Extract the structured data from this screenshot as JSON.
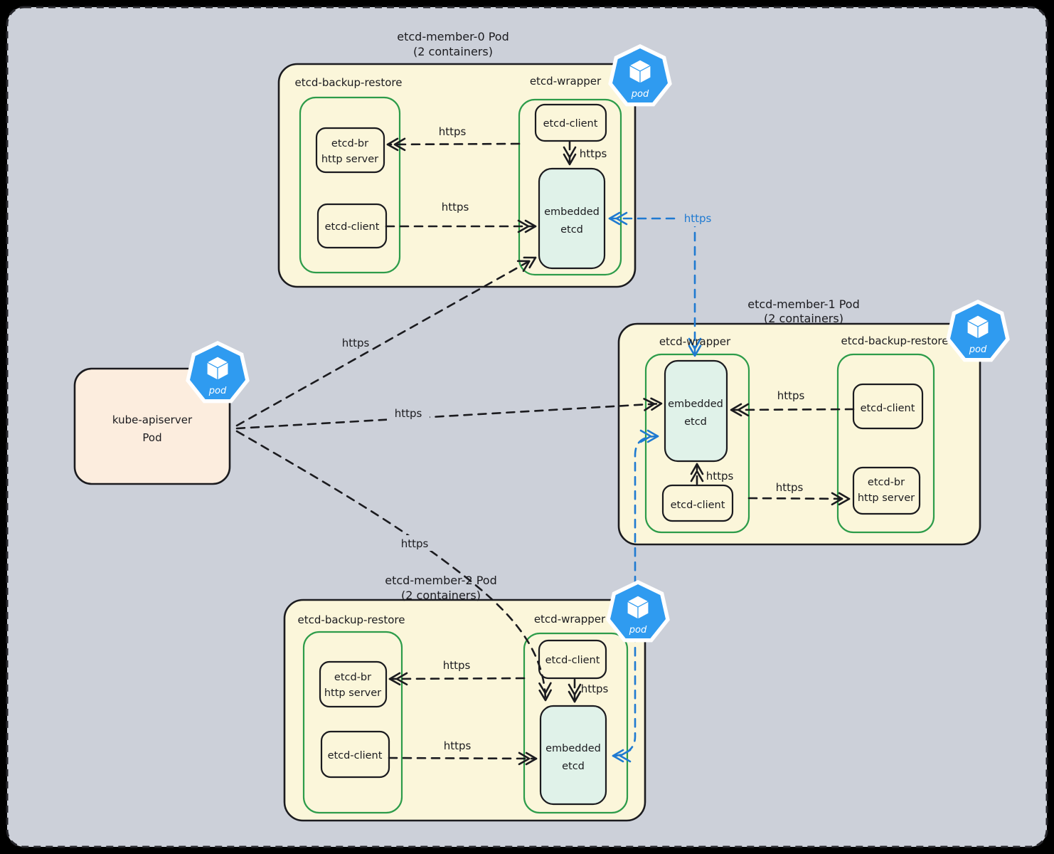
{
  "colors": {
    "frame": "#000000",
    "canvas": "#ccd0d9",
    "ink": "#1b1b1f",
    "pod_fill": "#fbf6da",
    "container_stroke": "#2d9c4a",
    "embedded_fill": "#e0f2e9",
    "apiserver_fill": "#fcedde",
    "peer_link_blue": "#1f7ad1",
    "pod_badge_blue": "#2f9bf0"
  },
  "apiserver": {
    "label_line1": "kube-apiserver",
    "label_line2": "Pod"
  },
  "pod_badge_label": "pod",
  "pods": [
    {
      "title": "etcd-member-0 Pod",
      "subtitle": "(2 containers)",
      "backup_restore_label": "etcd-backup-restore",
      "wrapper_label": "etcd-wrapper",
      "br_http_server_line1": "etcd-br",
      "br_http_server_line2": "http server",
      "br_client_label": "etcd-client",
      "wrapper_client_label": "etcd-client",
      "embedded_line1": "embedded",
      "embedded_line2": "etcd"
    },
    {
      "title": "etcd-member-1 Pod",
      "subtitle": "(2 containers)",
      "backup_restore_label": "etcd-backup-restore",
      "wrapper_label": "etcd-wrapper",
      "br_http_server_line1": "etcd-br",
      "br_http_server_line2": "http server",
      "br_client_label": "etcd-client",
      "wrapper_client_label": "etcd-client",
      "embedded_line1": "embedded",
      "embedded_line2": "etcd"
    },
    {
      "title": "etcd-member-2 Pod",
      "subtitle": "(2 containers)",
      "backup_restore_label": "etcd-backup-restore",
      "wrapper_label": "etcd-wrapper",
      "br_http_server_line1": "etcd-br",
      "br_http_server_line2": "http server",
      "br_client_label": "etcd-client",
      "wrapper_client_label": "etcd-client",
      "embedded_line1": "embedded",
      "embedded_line2": "etcd"
    }
  ],
  "edge_labels": {
    "api_to_member0": "https",
    "api_to_member1": "https",
    "api_to_member2": "https",
    "m0_wrapper_to_http_server": "https",
    "m0_br_client_to_embedded": "https",
    "m0_wrapper_client_to_embedded": "https",
    "m1_br_client_to_embedded": "https",
    "m1_wrapper_client_to_embedded": "https",
    "m1_wrapper_to_http_server": "https",
    "m2_wrapper_to_http_server": "https",
    "m2_br_client_to_embedded": "https",
    "m2_wrapper_client_to_embedded": "https",
    "member1_to_member0_peer": "https"
  }
}
